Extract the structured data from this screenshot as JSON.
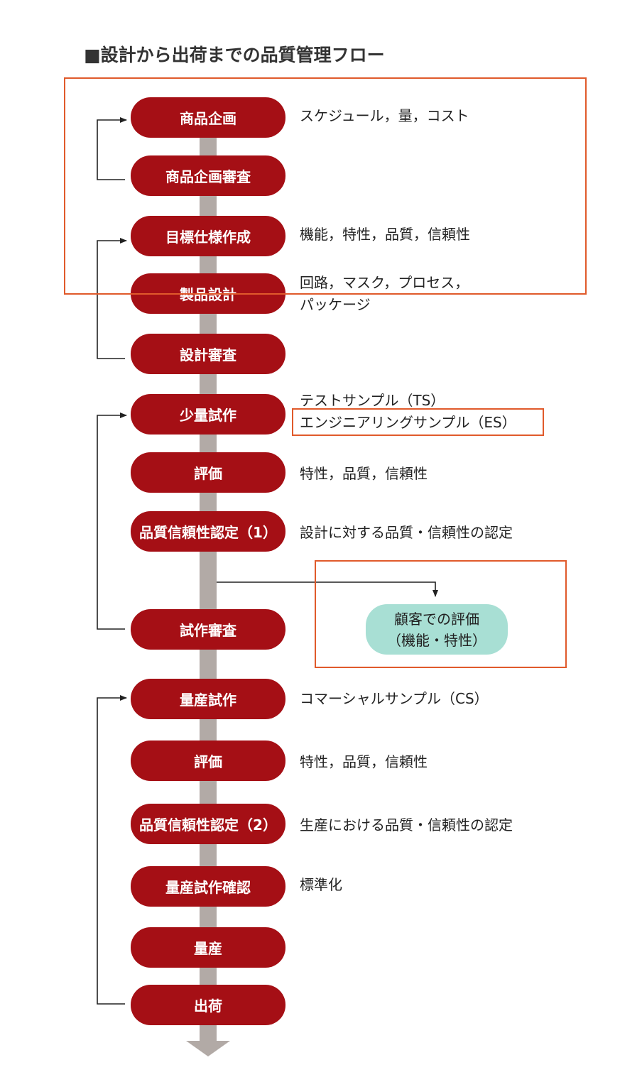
{
  "title": "■設計から出荷までの品質管理フロー",
  "steps": [
    {
      "label": "商品企画",
      "desc": [
        "スケジュール，量，コスト"
      ]
    },
    {
      "label": "商品企画審査",
      "desc": []
    },
    {
      "label": "目標仕様作成",
      "desc": [
        "機能，特性，品質，信頼性"
      ]
    },
    {
      "label": "製品設計",
      "desc": [
        "回路，マスク，プロセス，",
        "パッケージ"
      ]
    },
    {
      "label": "設計審査",
      "desc": []
    },
    {
      "label": "少量試作",
      "desc": [
        "テストサンプル（TS）",
        "エンジニアリングサンプル（ES）"
      ]
    },
    {
      "label": "評価",
      "desc": [
        "特性，品質，信頼性"
      ]
    },
    {
      "label": "品質信頼性認定（1）",
      "desc": [
        "設計に対する品質・信頼性の認定"
      ]
    },
    {
      "label": "試作審査",
      "desc": []
    },
    {
      "label": "量産試作",
      "desc": [
        "コマーシャルサンプル（CS）"
      ]
    },
    {
      "label": "評価",
      "desc": [
        "特性，品質，信頼性"
      ]
    },
    {
      "label": "品質信頼性認定（2）",
      "desc": [
        "生産における品質・信頼性の認定"
      ]
    },
    {
      "label": "量産試作確認",
      "desc": [
        "標準化"
      ]
    },
    {
      "label": "量産",
      "desc": []
    },
    {
      "label": "出荷",
      "desc": []
    }
  ],
  "customer_eval": {
    "line1": "顧客での評価",
    "line2": "（機能・特性）"
  },
  "colors": {
    "step_fill": "#a50f15",
    "trunk": "#b2aaa6",
    "highlight": "#e05a2b",
    "customer_fill": "#a8dfd4"
  }
}
